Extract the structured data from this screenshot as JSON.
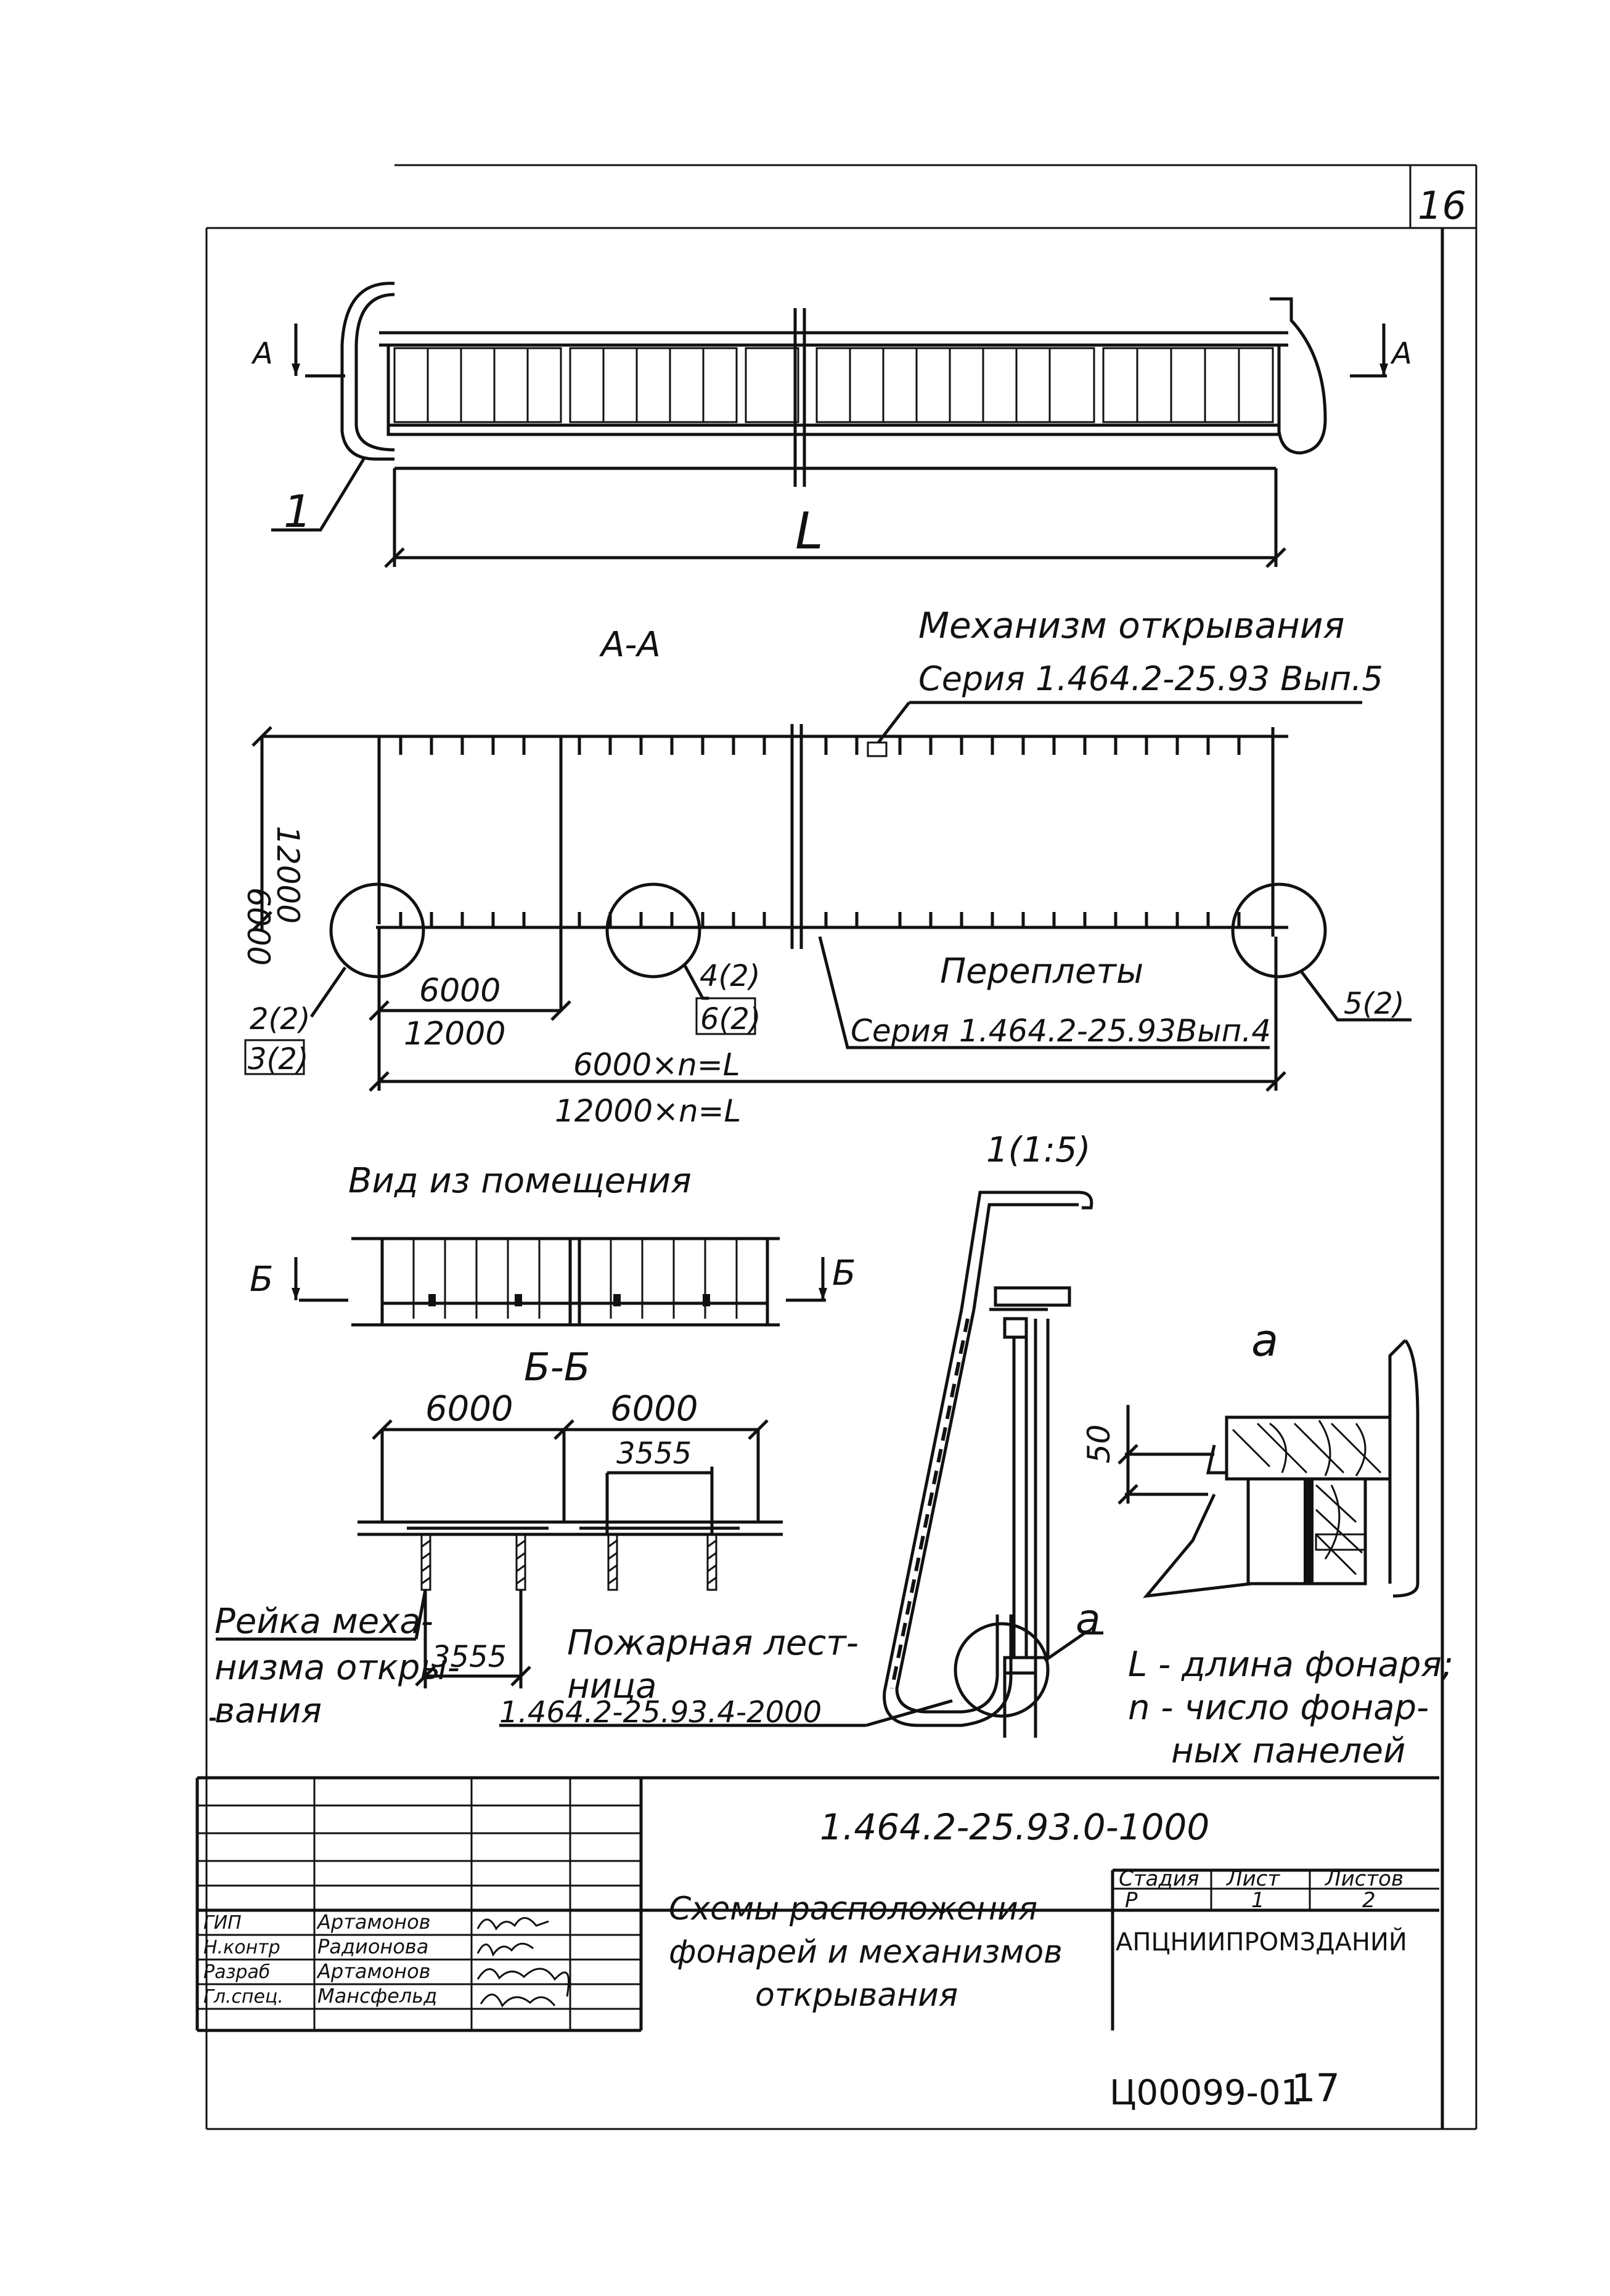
{
  "sheet": {
    "page_number": "16",
    "bottom_code": "Ц00099-01",
    "bottom_number": "17"
  },
  "plan_view": {
    "section_mark_left": "А",
    "section_mark_right": "А",
    "callout_1": "1",
    "length_label": "L"
  },
  "section_aa": {
    "title": "А-А",
    "mechanism_title": "Механизм открывания",
    "mechanism_series": "Серия 1.464.2-25.93 Вып.5",
    "dim_height_6000": "6000",
    "dim_height_12000": "12000",
    "dim_bay_6000": "6000",
    "dim_bay_12000": "12000",
    "node_2": "2(2)",
    "node_3": "3(2)",
    "node_4": "4(2)",
    "node_6": "6(2)",
    "node_5": "5(2)",
    "sashes_title": "Переплеты",
    "sashes_series": "Серия 1.464.2-25.93Вып.4",
    "formula_6000": "6000×n=L",
    "formula_12000": "12000×n=L"
  },
  "view_from_room": {
    "title": "Вид из помещения",
    "mark_left": "Б",
    "mark_right": "Б"
  },
  "section_bb": {
    "title": "Б-Б",
    "dim_6000_a": "6000",
    "dim_6000_b": "6000",
    "dim_3555_top": "3555",
    "dim_3555_bottom": "3555",
    "rack_line1": "Рейка меха-",
    "rack_line2": "низма откры-",
    "rack_line3": "вания"
  },
  "detail_1": {
    "title": "1(1:5)",
    "ladder_line1": "Пожарная лест-",
    "ladder_line2": "ница",
    "ladder_series": "1.464.2-25.93.4-2000",
    "node_a": "а"
  },
  "detail_a": {
    "title": "а",
    "dim_50": "50"
  },
  "notes": {
    "line1": "L - длина фонаря;",
    "line2": "n - число фонар-",
    "line3": "ных панелей"
  },
  "title_block": {
    "document_code": "1.464.2-25.93.0-1000",
    "title_line1": "Схемы расположения",
    "title_line2": "фонарей и механизмов",
    "title_line3": "открывания",
    "stage_header": "Стадия",
    "sheet_header": "Лист",
    "sheets_header": "Листов",
    "stage_value": "Р",
    "sheet_value": "1",
    "sheets_value": "2",
    "organization": "АПЦНИИПРОМЗДАНИЙ",
    "signatures": [
      {
        "role": "ГИП",
        "name": "Артамонов"
      },
      {
        "role": "Н.контр",
        "name": "Радионова"
      },
      {
        "role": "Разраб",
        "name": "Артамонов"
      },
      {
        "role": "Гл.спец.",
        "name": "Мансфельд"
      }
    ]
  }
}
